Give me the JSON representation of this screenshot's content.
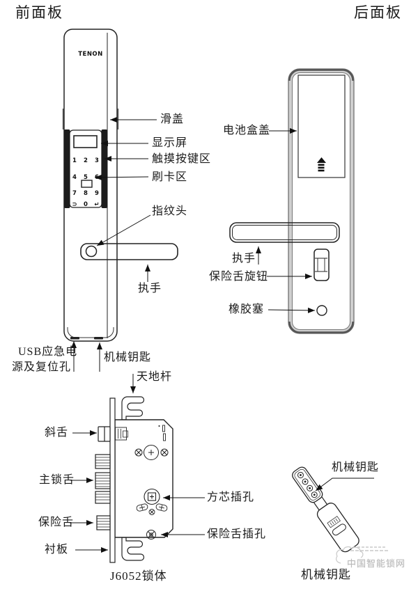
{
  "headings": {
    "front": "前面板",
    "back": "后面板"
  },
  "front_panel": {
    "brand": "TENON",
    "keys": [
      "1",
      "2",
      "3",
      "4",
      "5",
      "6",
      "7",
      "8",
      "9",
      "⊃",
      "0",
      "↵"
    ],
    "labels": {
      "slide_cover": "滑盖",
      "display": "显示屏",
      "touch_keypad": "触摸按键区",
      "card_reader": "刷卡区",
      "fingerprint": "指纹头",
      "handle": "执手",
      "usb_line1": "USB应急电",
      "usb_line2": "源及复位孔",
      "mechanical_key": "机械钥匙"
    }
  },
  "back_panel": {
    "labels": {
      "battery_cover": "电池盒盖",
      "handle": "执手",
      "deadbolt_knob": "保险舌旋钮",
      "rubber_plug": "橡胶塞"
    }
  },
  "lock_body": {
    "caption": "J6052锁体",
    "labels": {
      "spindle_rod": "天地杆",
      "latch_bolt": "斜舌",
      "main_bolt": "主锁舌",
      "deadbolt": "保险舌",
      "liner_plate": "衬板",
      "square_core_hole": "方芯插孔",
      "deadbolt_hole": "保险舌插孔"
    }
  },
  "key_figure": {
    "label": "机械钥匙",
    "caption": "机械钥匙"
  },
  "watermark": {
    "text": "中国智能锁网"
  }
}
